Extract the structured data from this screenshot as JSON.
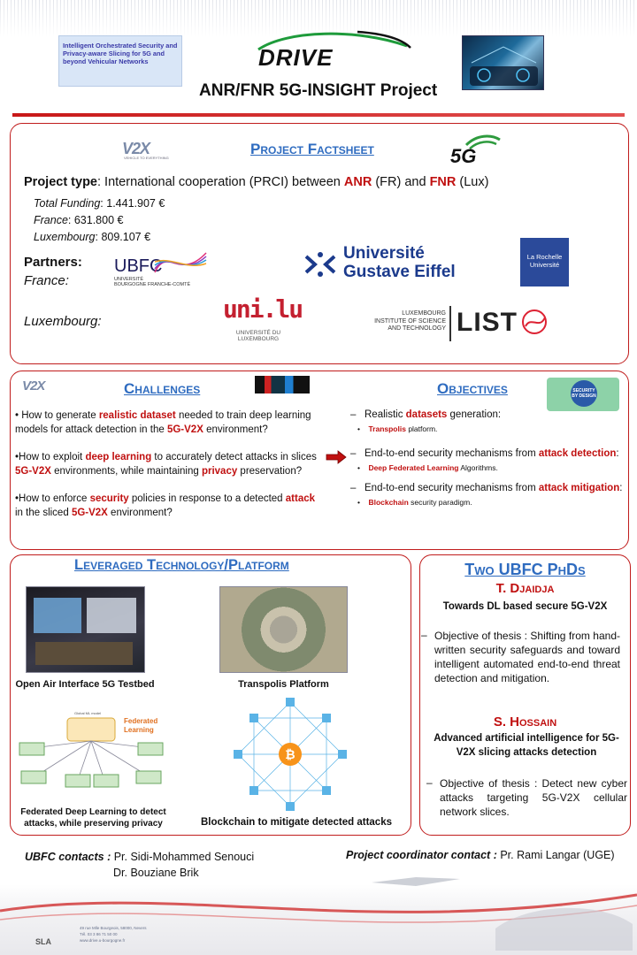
{
  "header": {
    "logo_lines": [
      {
        "first": "I",
        "rest": "ntelligent "
      },
      {
        "first": "O",
        "rest": "rchestrated "
      },
      {
        "first": "S",
        "rest": "ecurity"
      }
    ],
    "logo_text": "Intelligent Orchestrated Security and Privacy-aware Slicing for 5G and beyond Vehicular Networks",
    "brand": "DRIVE",
    "title": "ANR/FNR 5G-INSIGHT Project"
  },
  "factsheet": {
    "v2x_logo": "V2X",
    "v2x_sub": "VEHICLE TO EVERYTHING",
    "heading": "Project Factsheet",
    "fiveg_logo": "5G",
    "project_type_label": "Project type",
    "project_type_text": ": International cooperation (PRCI) between ",
    "anr": "ANR",
    "anr_country": " (FR) and ",
    "fnr": "FNR",
    "fnr_country": " (Lux)",
    "funding": [
      {
        "label": "Total Funding",
        "value": ": 1.441.907 €"
      },
      {
        "label": "France",
        "value": ": 631.800 €"
      },
      {
        "label": "Luxembourg",
        "value": ": 809.107 €"
      }
    ],
    "partners_label": "Partners",
    "france_label": "France",
    "luxembourg_label": "Luxembourg",
    "ubfc_logo": "UBFC",
    "ubfc_sub1": "UNIVERSITÉ",
    "ubfc_sub2": "BOURGOGNE FRANCHE-COMTÉ",
    "uge_line1": "Université",
    "uge_line2": "Gustave Eiffel",
    "larochelle_line1": "La Rochelle",
    "larochelle_line2": "Université",
    "unilu_logo": "uni.lu",
    "unilu_sub1": "UNIVERSITÉ DU",
    "unilu_sub2": "LUXEMBOURG",
    "list_small1": "LUXEMBOURG",
    "list_small2": "INSTITUTE OF SCIENCE",
    "list_small3": "AND TECHNOLOGY",
    "list_logo": "LIST"
  },
  "challenges": {
    "heading": "Challenges",
    "items": [
      {
        "parts": [
          {
            "t": "• How to generate ",
            "r": false
          },
          {
            "t": "realistic dataset",
            "r": true
          },
          {
            "t": " needed to train deep learning models for attack detection in the ",
            "r": false
          },
          {
            "t": "5G-V2X",
            "r": true
          },
          {
            "t": " environment?",
            "r": false
          }
        ]
      },
      {
        "parts": [
          {
            "t": "•How to exploit ",
            "r": false
          },
          {
            "t": "deep learning",
            "r": true
          },
          {
            "t": " to accurately detect attacks in slices ",
            "r": false
          },
          {
            "t": "5G-V2X",
            "r": true
          },
          {
            "t": " environments, while maintaining ",
            "r": false
          },
          {
            "t": "privacy",
            "r": true
          },
          {
            "t": " preservation?",
            "r": false
          }
        ]
      },
      {
        "parts": [
          {
            "t": "•How to enforce ",
            "r": false
          },
          {
            "t": "security",
            "r": true
          },
          {
            "t": " policies in response to a detected ",
            "r": false
          },
          {
            "t": "attack",
            "r": true
          },
          {
            "t": " in the sliced ",
            "r": false
          },
          {
            "t": "5G-V2X",
            "r": true
          },
          {
            "t": " environment?",
            "r": false
          }
        ]
      }
    ]
  },
  "objectives": {
    "heading": "Objectives",
    "security_badge": "SECURITY BY DESIGN",
    "items": [
      {
        "dash": "–",
        "text": "Realistic ",
        "red": "datasets",
        "tail": " generation:",
        "sub_red": "Transpolis",
        "sub_tail": " platform."
      },
      {
        "dash": "–",
        "text": "End-to-end security mechanisms  from  ",
        "red": "attack detection",
        "tail": ":",
        "sub_red": "Deep Federated Learning",
        "sub_tail": " Algorithms."
      },
      {
        "dash": "–",
        "text": "End-to-end security mechanisms  from  ",
        "red": "attack mitigation",
        "tail": ":",
        "sub_red": "Blockchain",
        "sub_tail": " security paradigm."
      }
    ]
  },
  "technology": {
    "heading": "Leveraged Technology/Platform",
    "items": [
      {
        "caption": "Open Air Interface 5G Testbed"
      },
      {
        "caption": "Transpolis Platform"
      },
      {
        "caption": "Federated Deep Learning to detect attacks, while preserving privacy"
      },
      {
        "caption": "Blockchain to mitigate detected attacks"
      }
    ],
    "fl_label": "Federated Learning",
    "fl_global": "Global ML model"
  },
  "phds": {
    "heading": "Two UBFC PhDs",
    "students": [
      {
        "name": "T. Djaidja",
        "title": "Towards DL based secure 5G-V2X",
        "objective": "Objective of thesis : Shifting from hand-written security safeguards and toward intelligent automated end-to-end threat detection and mitigation."
      },
      {
        "name": "S. Hossain",
        "title": "Advanced artificial intelligence for 5G-V2X slicing attacks detection",
        "objective": "Objective of thesis : Detect new cyber attacks targeting 5G-V2X cellular network slices."
      }
    ]
  },
  "contacts": {
    "ubfc_label": "UBFC contacts :",
    "ubfc_1": "Pr. Sidi-Mohammed Senouci",
    "ubfc_2": "Dr. Bouziane Brik",
    "coord_label": "Project coordinator contact :",
    "coord": "Pr. Rami Langar (UGE)"
  },
  "footer": {
    "line1": "49 rue Mlle Bourgeois, 58000, Nevers",
    "line2": "Tél. 03 3 86 71 50 00",
    "line3": "www.drive.u-bourgogne.fr"
  },
  "colors": {
    "accent_red": "#c01010",
    "heading_blue": "#2f6cc0",
    "panel_border": "#c01c1c"
  }
}
